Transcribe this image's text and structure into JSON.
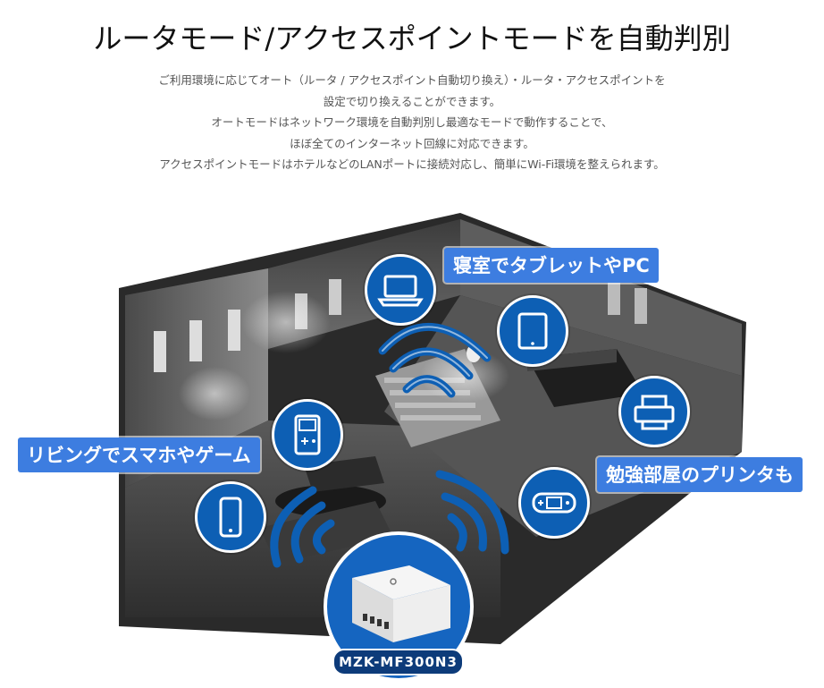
{
  "header": {
    "title": "ルータモード/アクセスポイントモードを自動判別",
    "description": [
      "ご利用環境に応じてオート（ルータ / アクセスポイント自動切り換え）・ルータ・アクセスポイントを",
      "設定で切り換えることができます。",
      "オートモードはネットワーク環境を自動判別し最適なモードで動作することで、",
      "ほぼ全てのインターネット回線に対応できます。",
      "アクセスポイントモードはホテルなどのLANポートに接続対応し、簡単にWi-Fi環境を整えられます。"
    ]
  },
  "scene": {
    "labels": {
      "bedroom": "寝室でタブレットやPC",
      "living": "リビングでスマホやゲーム",
      "study": "勉強部屋のプリンタも"
    },
    "router_model": "MZK-MF300N3",
    "devices": [
      "laptop-icon",
      "tablet-icon",
      "printer-icon",
      "handheld-game-icon",
      "portable-game-icon",
      "smartphone-icon"
    ],
    "colors": {
      "label_bg": "#3d7de0",
      "device_circle": "#0d5fb4",
      "router_circle": "#1565c0",
      "model_badge": "#0d3b7a",
      "wifi": "#0d5fb4"
    }
  }
}
